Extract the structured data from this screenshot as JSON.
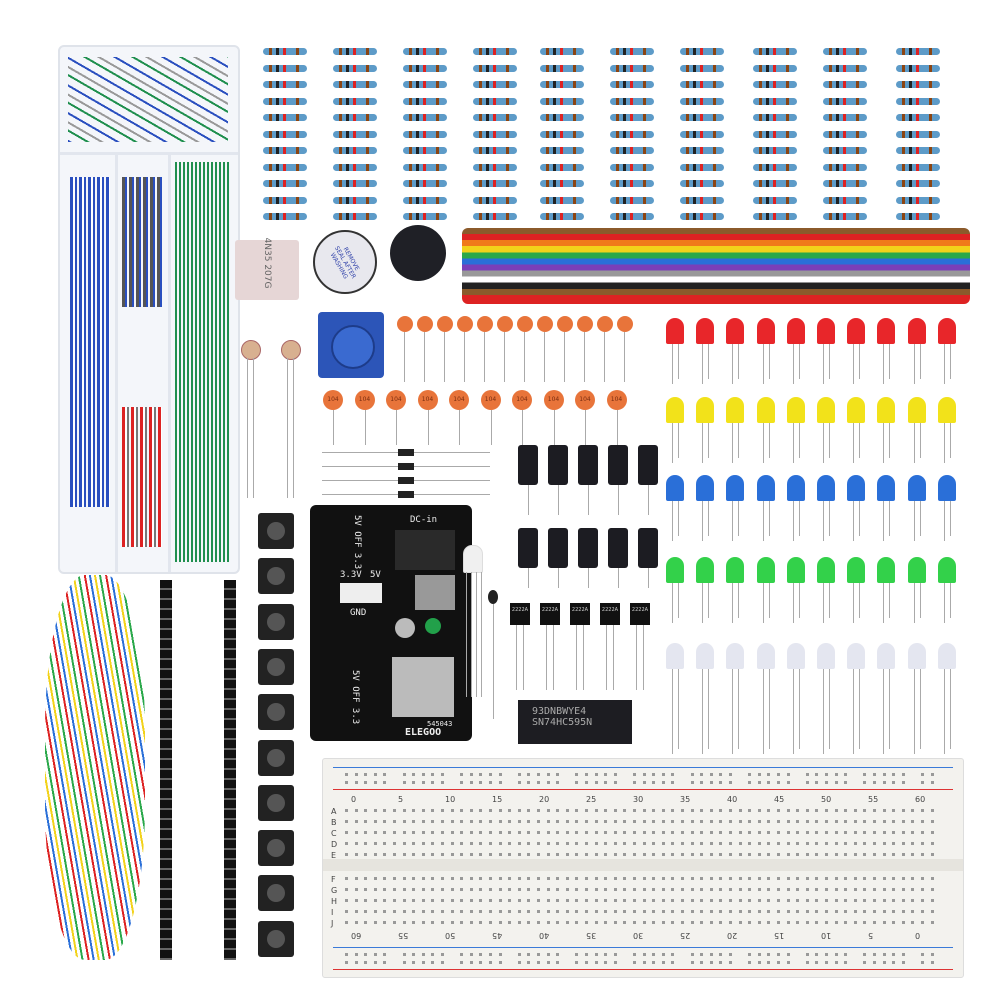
{
  "buzzer": {
    "label": "REMOVE SEAL AFTER WASHING"
  },
  "optocoupler": {
    "label1": "4N35",
    "label2": "207G"
  },
  "ceramic_capacitor": {
    "label": "104"
  },
  "transistor": {
    "label": "2222A"
  },
  "power_module": {
    "dc_in": "DC-in",
    "jumper_top": "5V OFF 3.3",
    "v33": "3.3V",
    "v5": "5V",
    "gnd": "GND",
    "jumper_bottom": "5V OFF 3.3",
    "code": "545043",
    "brand": "ELEGOO"
  },
  "ic": {
    "line1": "93DNBWYE4",
    "line2": "SN74HC595N"
  },
  "breadboard": {
    "top_numbers": [
      "0",
      "5",
      "10",
      "15",
      "20",
      "25",
      "30",
      "35",
      "40",
      "45",
      "50",
      "55",
      "60"
    ],
    "bottom_numbers": [
      "60",
      "55",
      "50",
      "45",
      "40",
      "35",
      "30",
      "25",
      "20",
      "15",
      "10",
      "5",
      "0"
    ],
    "rows_top": [
      "A",
      "B",
      "C",
      "D",
      "E"
    ],
    "rows_bottom": [
      "F",
      "G",
      "H",
      "I",
      "J"
    ]
  },
  "colors": {
    "led": [
      "#e8262a",
      "#f2e21a",
      "#2a6fd8",
      "#33d14a",
      "#e4e6f0"
    ],
    "resistor": "#5d9bc8"
  }
}
